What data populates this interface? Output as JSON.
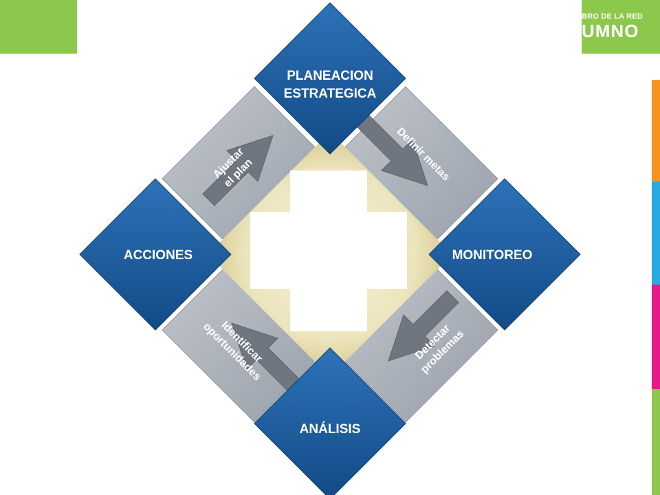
{
  "header": {
    "brand_line1": "BRO DE LA RED",
    "brand_line2": "UMNO"
  },
  "colors": {
    "green": "#8cc84b",
    "blue": "#1b5b9c",
    "gray": "#a9afb8",
    "cream": "#e8e0b2",
    "accent_orange": "#f7941d",
    "accent_blue": "#27aae1",
    "accent_magenta": "#e6198c",
    "accent_green": "#8cc84b"
  },
  "diagram": {
    "nodes": {
      "top": [
        "PLANEACION",
        "ESTRATEGICA"
      ],
      "right": [
        "MONITOREO"
      ],
      "bottom": [
        "ANÁLISIS"
      ],
      "left": [
        "ACCIONES"
      ]
    },
    "arrows": {
      "top_right": [
        "Definir metas"
      ],
      "bottom_right": [
        "Detectar",
        "problemas"
      ],
      "bottom_left": [
        "Identificar",
        "oportunidades"
      ],
      "top_left": [
        "Ajustar",
        "el plan"
      ]
    }
  }
}
